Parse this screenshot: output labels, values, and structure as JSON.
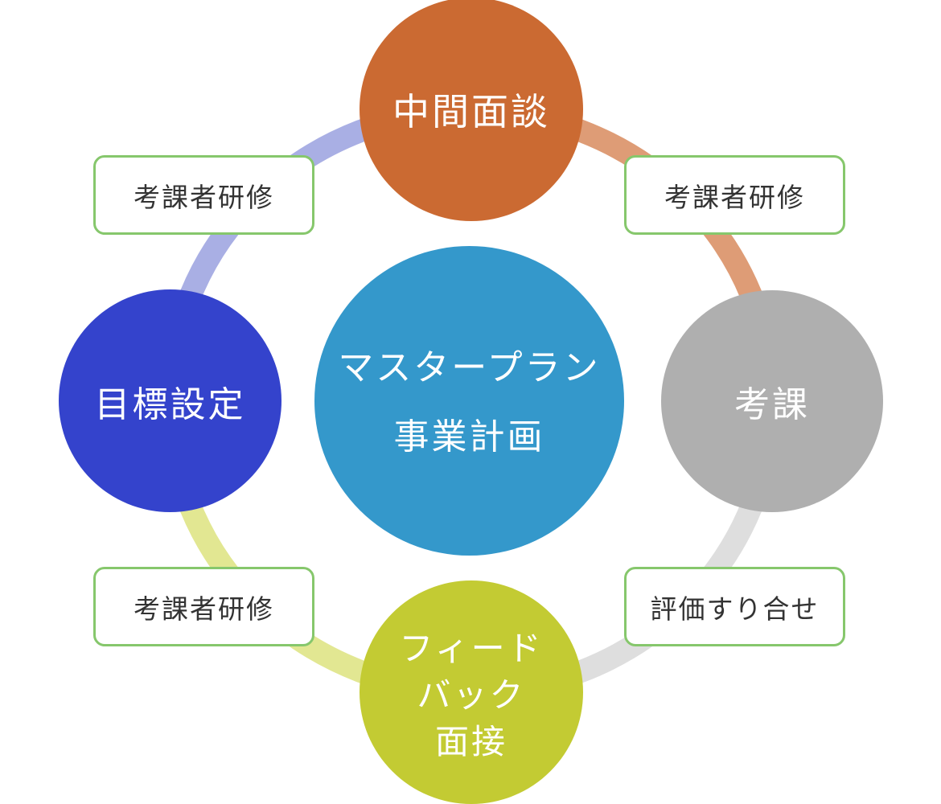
{
  "colors": {
    "top": "#cb6a32",
    "right": "#afafaf",
    "bottom": "#c3cb33",
    "left": "#3443cc",
    "center": "#3498cb",
    "arc_top_right": "#de9c76",
    "arc_bottom_right": "#dedede",
    "arc_bottom_left": "#e2e792",
    "arc_top_left": "#a9afe4",
    "tag_border": "#86c76c"
  },
  "center": {
    "line1": "マスタープラン",
    "line2": "事業計画"
  },
  "nodes": {
    "top": "中間面談",
    "right": "考課",
    "bottom": {
      "line1": "フィード",
      "line2": "バック",
      "line3": "面接"
    },
    "left": "目標設定"
  },
  "tags": {
    "top_left": "考課者研修",
    "top_right": "考課者研修",
    "bottom_left": "考課者研修",
    "bottom_right": "評価すり合せ"
  }
}
